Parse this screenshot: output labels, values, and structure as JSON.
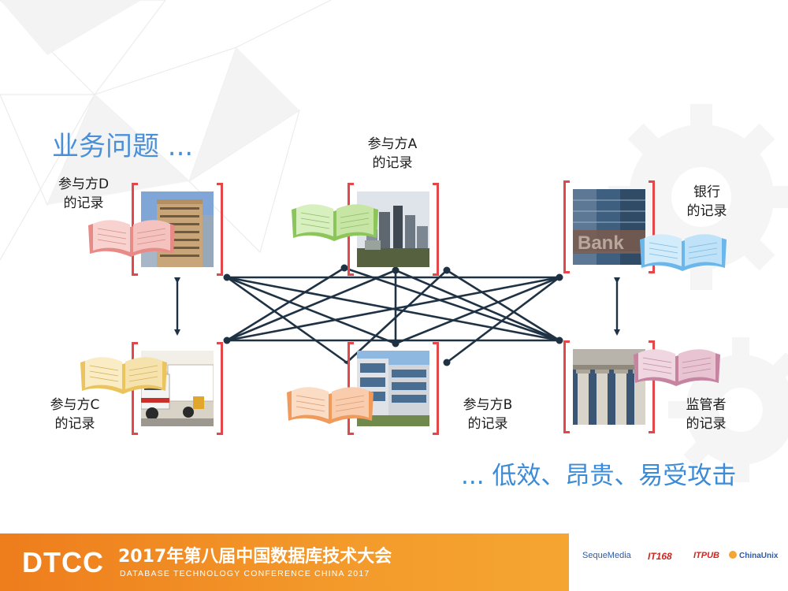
{
  "title": "业务问题 ...",
  "conclusion": "... 低效、昂贵、易受攻击",
  "participants": {
    "a": {
      "line1": "参与方A",
      "line2": "的记录"
    },
    "b": {
      "line1": "参与方B",
      "line2": "的记录"
    },
    "c": {
      "line1": "参与方C",
      "line2": "的记录"
    },
    "d": {
      "line1": "参与方D",
      "line2": "的记录"
    },
    "bank": {
      "line1": "银行",
      "line2": "的记录",
      "photo_sign": "Bank"
    },
    "regulator": {
      "line1": "监管者",
      "line2": "的记录"
    }
  },
  "colors": {
    "title": "#4a90d9",
    "bracket": "#e4474a",
    "network_line": "#1e3244",
    "footer_orange": "#ee7d1c",
    "book_red": "#e88a86",
    "book_green": "#8cc65a",
    "book_blue": "#6bb6ea",
    "book_yellow": "#ebc45e",
    "book_orange": "#f09a5c",
    "book_pink": "#c784a0"
  },
  "footer": {
    "logo": "DTCC",
    "conference_title": "2017年第八届中国数据库技术大会",
    "conference_subtitle": "DATABASE TECHNOLOGY CONFERENCE CHINA 2017",
    "sponsors": [
      "SequeMedia",
      "IT168",
      "ITPUB",
      "ChinaUnix"
    ]
  }
}
